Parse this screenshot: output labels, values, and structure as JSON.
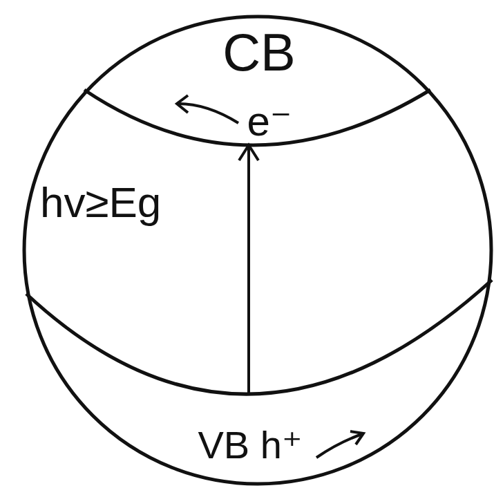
{
  "diagram": {
    "nodes": [
      {
        "text": [
          "CB",
          "e⁻"
        ]
      },
      {
        "text": [
          "VB h⁺"
        ]
      }
    ],
    "edges": [
      {
        "from": 1,
        "to": 0,
        "arrow": "to",
        "label": "hv≥Eg"
      }
    ]
  }
}
